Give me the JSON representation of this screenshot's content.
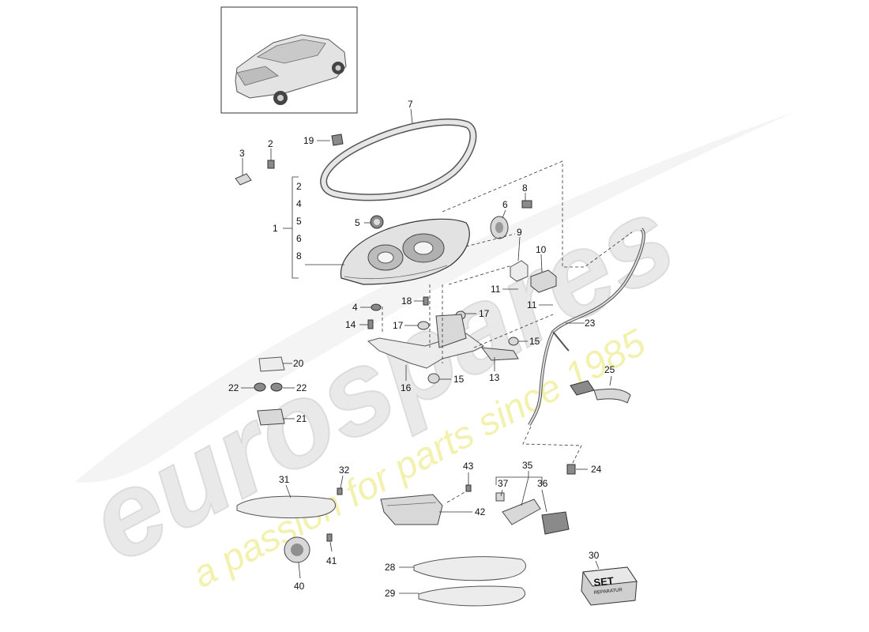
{
  "watermark": {
    "brand": "eurospares",
    "tagline": "a passion for parts since 1985",
    "brand_color": "#e9e9e9",
    "tagline_color": "#f2f0a6"
  },
  "diagram": {
    "callouts": [
      {
        "id": "c1",
        "label": "1"
      },
      {
        "id": "c2a",
        "label": "2"
      },
      {
        "id": "c2b",
        "label": "2"
      },
      {
        "id": "c3",
        "label": "3"
      },
      {
        "id": "c4a",
        "label": "4"
      },
      {
        "id": "c4b",
        "label": "4"
      },
      {
        "id": "c5a",
        "label": "5"
      },
      {
        "id": "c5b",
        "label": "5"
      },
      {
        "id": "c6a",
        "label": "6"
      },
      {
        "id": "c6b",
        "label": "6"
      },
      {
        "id": "c7",
        "label": "7"
      },
      {
        "id": "c8a",
        "label": "8"
      },
      {
        "id": "c8b",
        "label": "8"
      },
      {
        "id": "c9",
        "label": "9"
      },
      {
        "id": "c10",
        "label": "10"
      },
      {
        "id": "c11a",
        "label": "11"
      },
      {
        "id": "c11b",
        "label": "11"
      },
      {
        "id": "c13",
        "label": "13"
      },
      {
        "id": "c14",
        "label": "14"
      },
      {
        "id": "c15a",
        "label": "15"
      },
      {
        "id": "c15b",
        "label": "15"
      },
      {
        "id": "c16",
        "label": "16"
      },
      {
        "id": "c17a",
        "label": "17"
      },
      {
        "id": "c17b",
        "label": "17"
      },
      {
        "id": "c18",
        "label": "18"
      },
      {
        "id": "c19",
        "label": "19"
      },
      {
        "id": "c20",
        "label": "20"
      },
      {
        "id": "c21",
        "label": "21"
      },
      {
        "id": "c22a",
        "label": "22"
      },
      {
        "id": "c22b",
        "label": "22"
      },
      {
        "id": "c23",
        "label": "23"
      },
      {
        "id": "c24",
        "label": "24"
      },
      {
        "id": "c25",
        "label": "25"
      },
      {
        "id": "c28",
        "label": "28"
      },
      {
        "id": "c29",
        "label": "29"
      },
      {
        "id": "c30",
        "label": "30"
      },
      {
        "id": "c31",
        "label": "31"
      },
      {
        "id": "c32",
        "label": "32"
      },
      {
        "id": "c35",
        "label": "35"
      },
      {
        "id": "c36",
        "label": "36"
      },
      {
        "id": "c37",
        "label": "37"
      },
      {
        "id": "c40",
        "label": "40"
      },
      {
        "id": "c41",
        "label": "41"
      },
      {
        "id": "c42",
        "label": "42"
      },
      {
        "id": "c43",
        "label": "43"
      }
    ],
    "repair_set": {
      "big": "SET",
      "small": "REPARATUR"
    }
  }
}
